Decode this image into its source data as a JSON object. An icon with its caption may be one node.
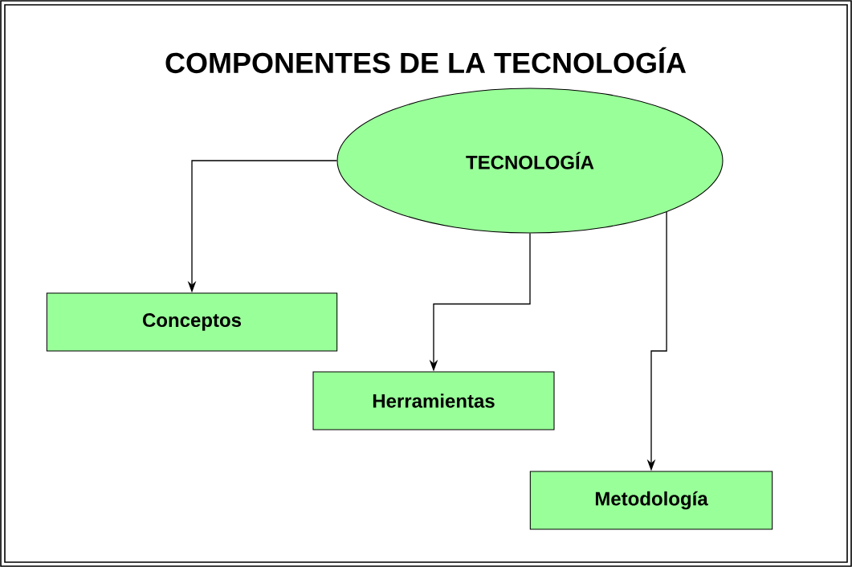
{
  "diagram": {
    "title": "COMPONENTES DE LA TECNOLOGÍA",
    "nodes": [
      {
        "text": [
          "TECNOLOGÍA"
        ]
      },
      {
        "text": [
          "Conceptos"
        ]
      },
      {
        "text": [
          "Herramientas"
        ]
      },
      {
        "text": [
          "Metodología"
        ]
      }
    ],
    "edges": [
      {
        "from": 0,
        "to": 1,
        "arrow": "to"
      },
      {
        "from": 0,
        "to": 2,
        "arrow": "to"
      },
      {
        "from": 0,
        "to": 3,
        "arrow": "to"
      }
    ]
  }
}
